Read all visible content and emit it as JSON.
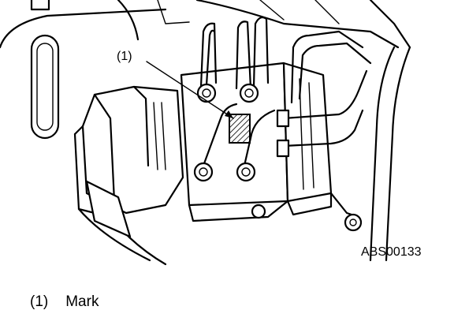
{
  "figure": {
    "code": "ABS00133",
    "callout_number": "(1)"
  },
  "legend": [
    {
      "number": "(1)",
      "label": "Mark"
    }
  ],
  "colors": {
    "ink": "#000000",
    "paper": "#ffffff"
  }
}
